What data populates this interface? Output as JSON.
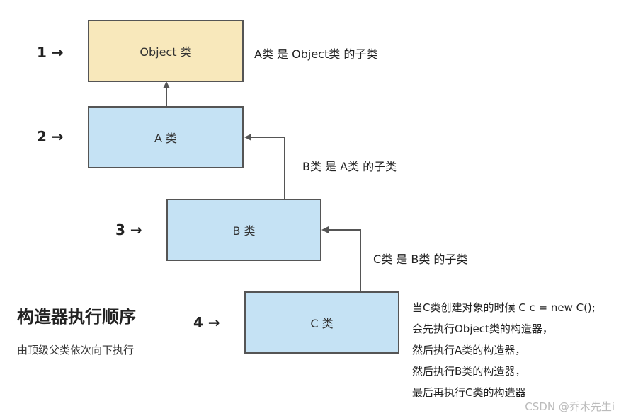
{
  "boxes": {
    "object": {
      "label": "Object 类"
    },
    "a": {
      "label": "A 类"
    },
    "b": {
      "label": "B 类"
    },
    "c": {
      "label": "C 类"
    }
  },
  "steps": [
    "1 →",
    "2 →",
    "3 →",
    "4 →"
  ],
  "notes": {
    "a_extends_object": "A类 是 Object类 的子类",
    "b_extends_a": "B类 是 A类 的子类",
    "c_extends_b": "C类 是 B类 的子类"
  },
  "explanation": [
    "当C类创建对象的时候 C c = new C();",
    "会先执行Object类的构造器，",
    "然后执行A类的构造器，",
    "然后执行B类的构造器，",
    "最后再执行C类的构造器"
  ],
  "title": "构造器执行顺序",
  "subtitle": "由顶级父类依次向下执行",
  "watermark": "CSDN @乔木先生i",
  "colors": {
    "object_box_fill": "#f8e8bb",
    "class_box_fill": "#c5e2f4",
    "border": "#555555",
    "arrow": "#555555"
  }
}
